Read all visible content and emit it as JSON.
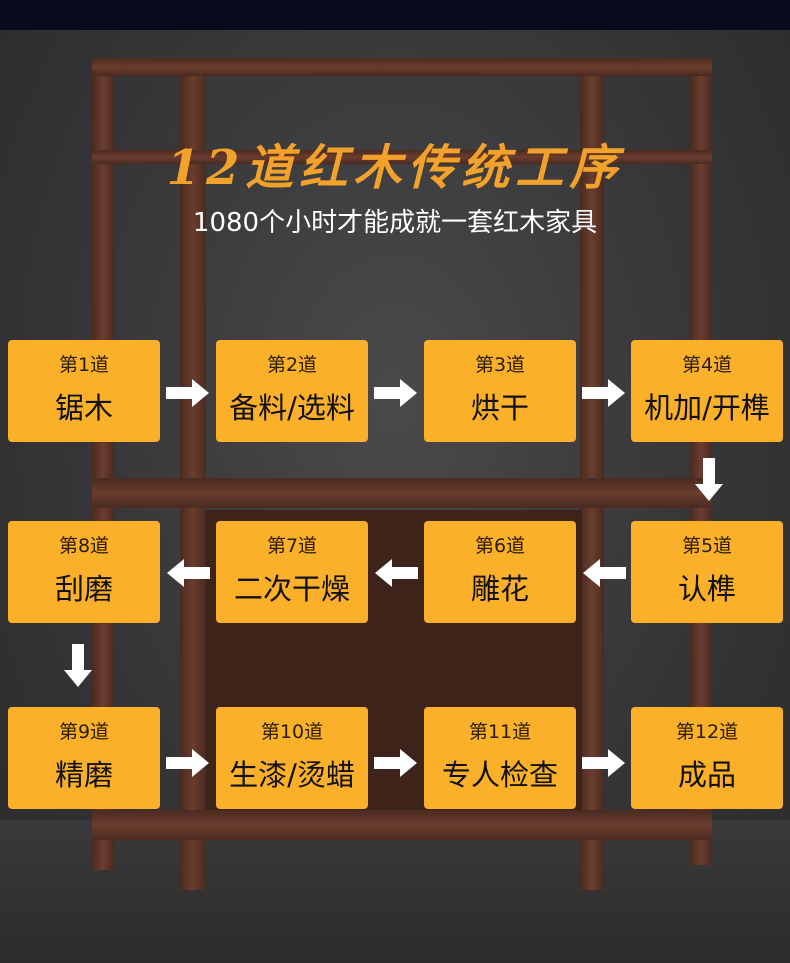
{
  "title": "12道红木传统工序",
  "subtitle": "1080个小时才能成就一套红木家具",
  "colors": {
    "box": "#fbb02a",
    "title": "#f2a22a"
  },
  "steps": [
    {
      "num": "第1道",
      "label": "锯木"
    },
    {
      "num": "第2道",
      "label": "备料/选料"
    },
    {
      "num": "第3道",
      "label": "烘干"
    },
    {
      "num": "第4道",
      "label": "机加/开榫"
    },
    {
      "num": "第5道",
      "label": "认榫"
    },
    {
      "num": "第6道",
      "label": "雕花"
    },
    {
      "num": "第7道",
      "label": "二次干燥"
    },
    {
      "num": "第8道",
      "label": "刮磨"
    },
    {
      "num": "第9道",
      "label": "精磨"
    },
    {
      "num": "第10道",
      "label": "生漆/烫蜡"
    },
    {
      "num": "第11道",
      "label": "专人检查"
    },
    {
      "num": "第12道",
      "label": "成品"
    }
  ]
}
